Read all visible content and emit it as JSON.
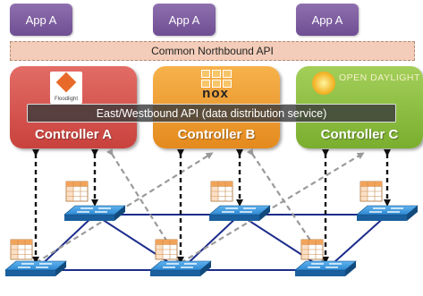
{
  "apps": [
    {
      "label": "App A"
    },
    {
      "label": "App A"
    },
    {
      "label": "App A"
    }
  ],
  "northbound_api": "Common Northbound API",
  "eastwest_api": "East/Westbound API (data distribution service)",
  "controllers": [
    {
      "label": "Controller A",
      "logo_text": "Floodlight",
      "color": "#d9544f"
    },
    {
      "label": "Controller B",
      "logo_text": "nox",
      "color": "#f0a030"
    },
    {
      "label": "Controller C",
      "logo_text": "OPEN DAYLIGHT",
      "color": "#8cbf3f"
    }
  ],
  "colors": {
    "app_purple": "#7a5a9e",
    "switch_blue": "#1e76c5",
    "link_navy": "#1c2c8c",
    "table_orange": "#f2a35a"
  }
}
